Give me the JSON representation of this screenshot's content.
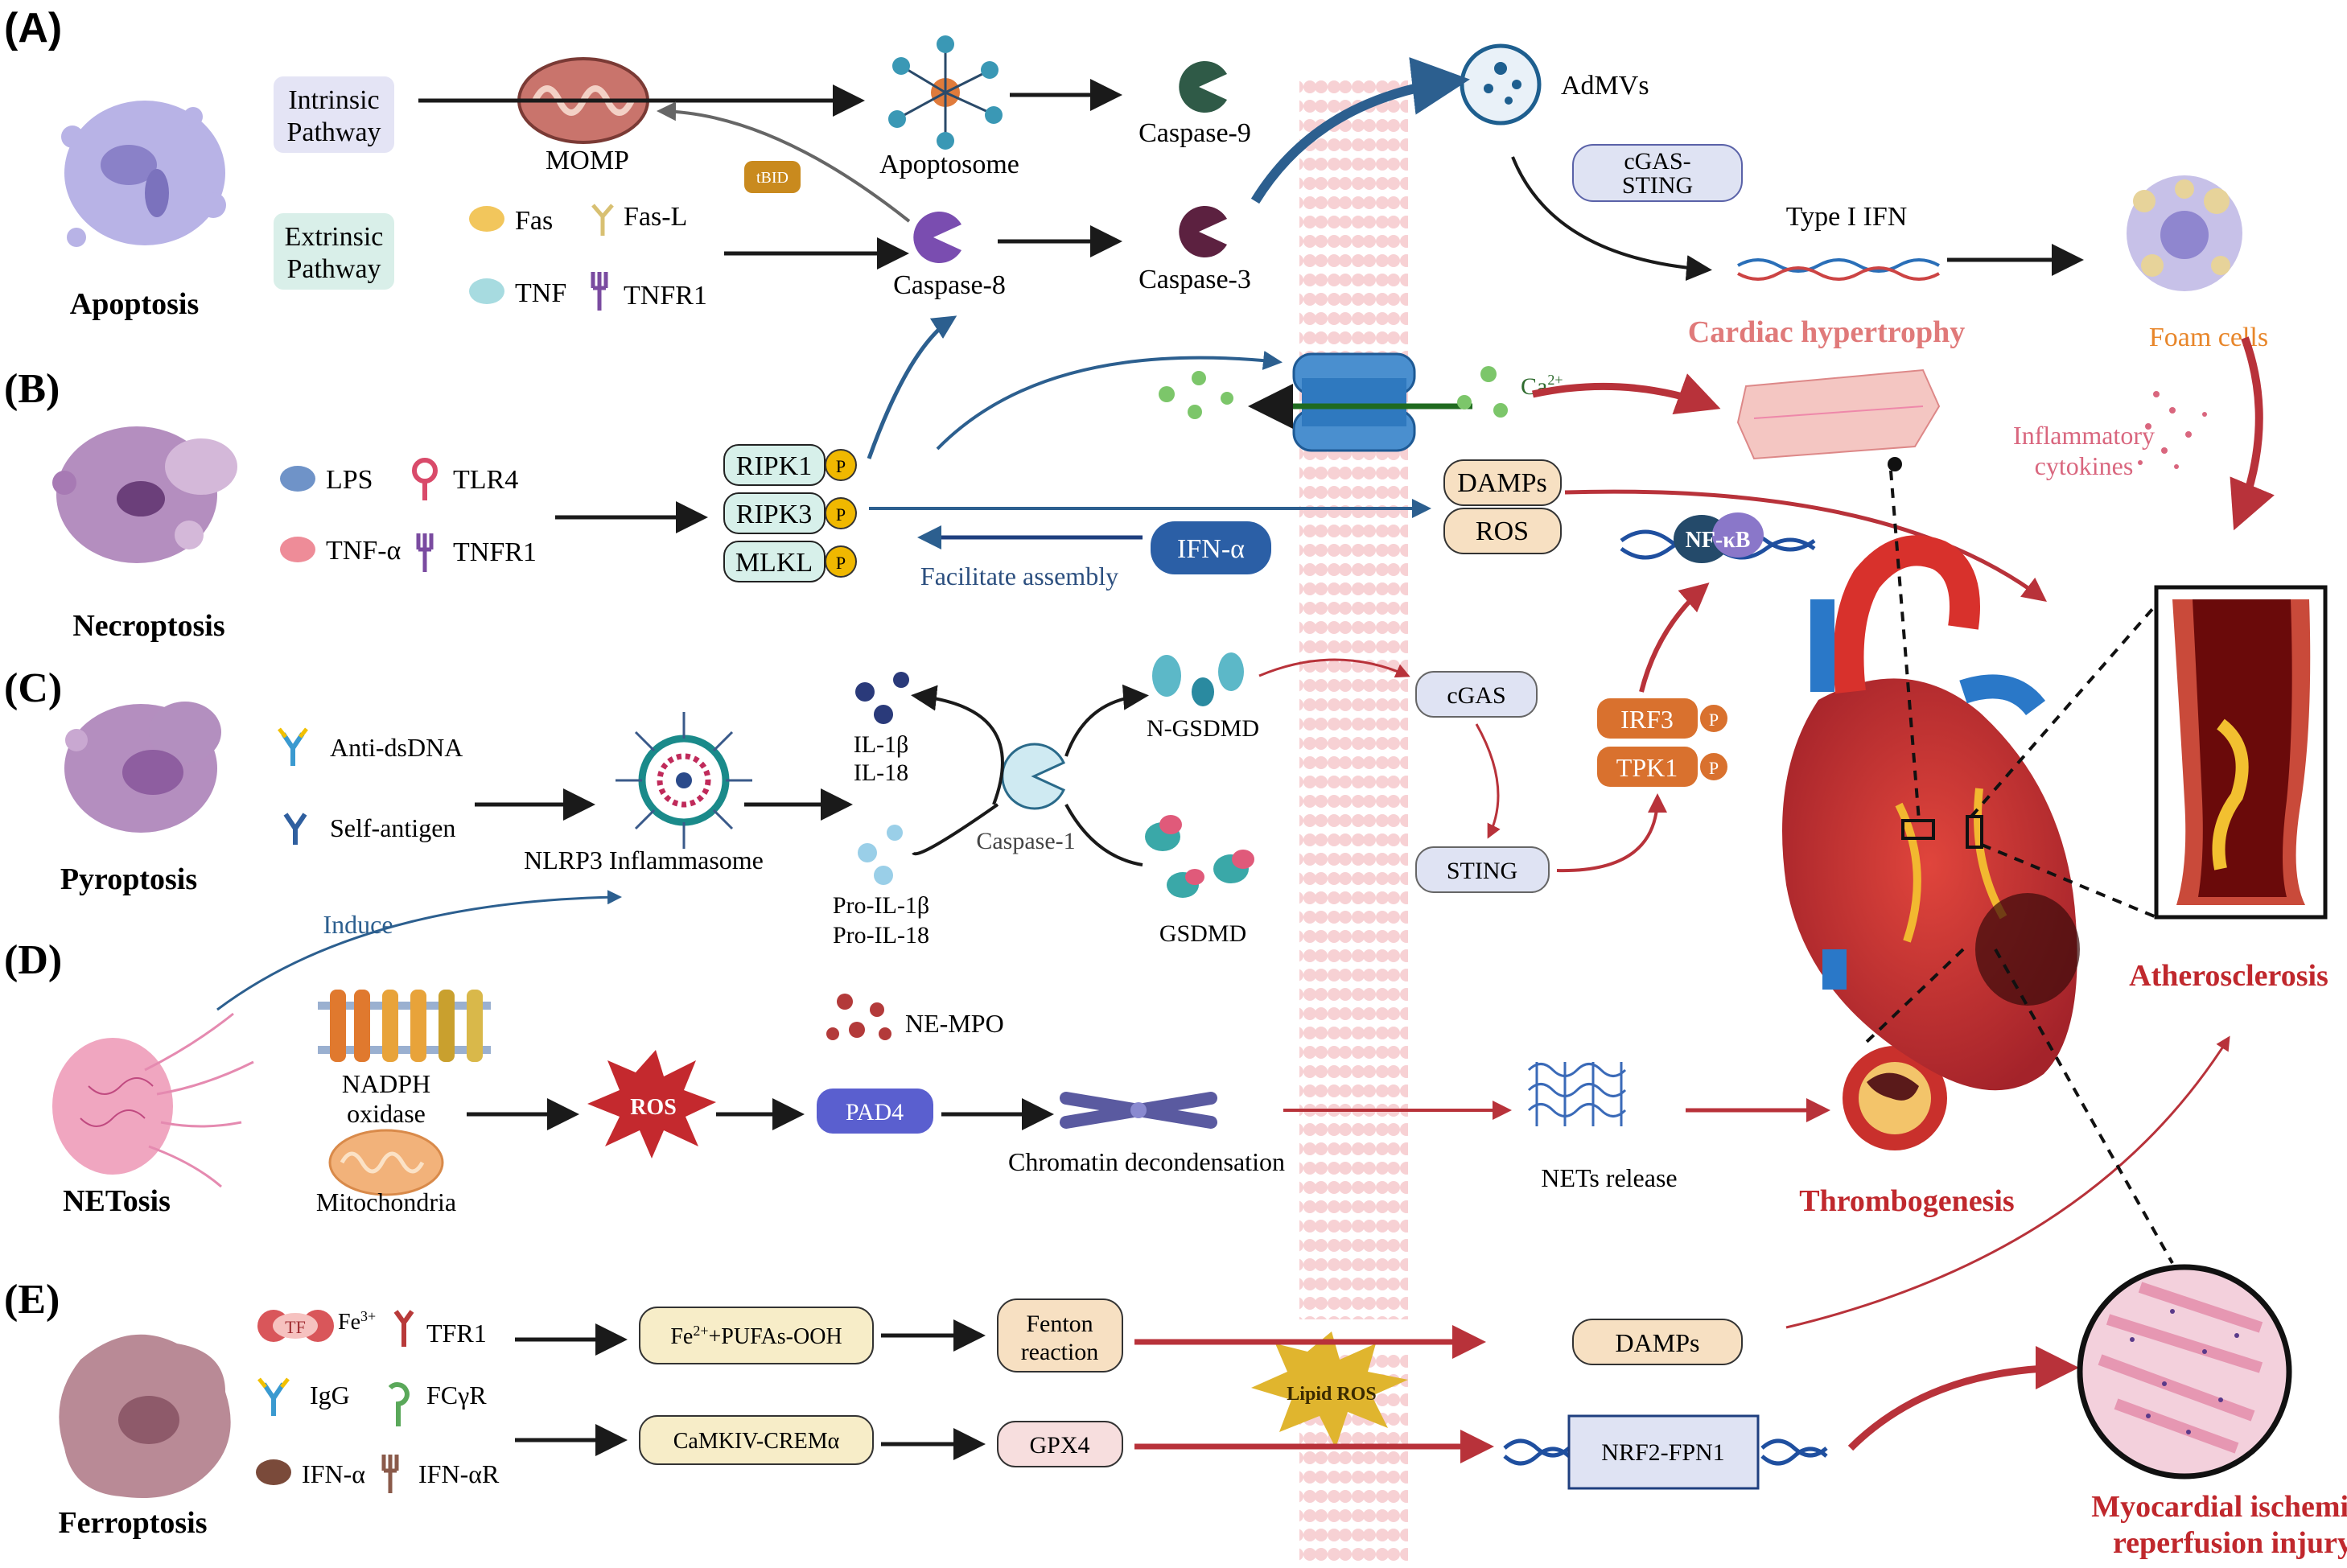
{
  "sections": {
    "A": {
      "letter": "(A)",
      "name": "Apoptosis"
    },
    "B": {
      "letter": "(B)",
      "name": "Necroptosis"
    },
    "C": {
      "letter": "(C)",
      "name": "Pyroptosis"
    },
    "D": {
      "letter": "(D)",
      "name": "NETosis"
    },
    "E": {
      "letter": "(E)",
      "name": "Ferroptosis"
    }
  },
  "apoptosis": {
    "intrinsic_line1": "Intrinsic",
    "intrinsic_line2": "Pathway",
    "extrinsic_line1": "Extrinsic",
    "extrinsic_line2": "Pathway",
    "momp": "MOMP",
    "apoptosome": "Apoptosome",
    "tbid": "tBID",
    "fas": "Fas",
    "fasl": "Fas-L",
    "tnf": "TNF",
    "tnfr1": "TNFR1",
    "casp9": "Caspase-9",
    "casp8": "Caspase-8",
    "casp3": "Caspase-3",
    "admvs": "AdMVs",
    "cgas_sting_1": "cGAS-",
    "cgas_sting_2": "STING",
    "type1_ifn": "Type I IFN",
    "foam": "Foam cells",
    "hypertrophy": "Cardiac hypertrophy",
    "infl_1": "Inflammatory",
    "infl_2": "cytokines"
  },
  "necroptosis": {
    "lps": "LPS",
    "tlr4": "TLR4",
    "tnfa": "TNF-α",
    "tnfr1": "TNFR1",
    "ripk1": "RIPK1",
    "ripk3": "RIPK3",
    "mlkl": "MLKL",
    "p": "P",
    "ifna": "IFN-α",
    "facilitate": "Facilitate assembly",
    "ca": "Ca",
    "ca_sup": "2+",
    "damps": "DAMPs",
    "ros": "ROS",
    "nfkb": "NF-κB"
  },
  "pyroptosis": {
    "anti_dsdna": "Anti-dsDNA",
    "self_antigen": "Self-antigen",
    "nlrp3": "NLRP3 Inflammasome",
    "il1b": "IL-1β",
    "il18": "IL-18",
    "pro_il1b": "Pro-IL-1β",
    "pro_il18": "Pro-IL-18",
    "casp1": "Caspase-1",
    "ngsdmd": "N-GSDMD",
    "gsdmd": "GSDMD",
    "cgas": "cGAS",
    "sting": "STING",
    "irf3": "IRF3",
    "tpk1": "TPK1",
    "induce": "Induce"
  },
  "netosis": {
    "nadph_1": "NADPH",
    "nadph_2": "oxidase",
    "mito": "Mitochondria",
    "ros": "ROS",
    "pad4": "PAD4",
    "nempo": "NE-MPO",
    "chromatin": "Chromatin decondensation",
    "nets": "NETs release",
    "thrombo": "Thrombogenesis",
    "athero": "Atherosclerosis"
  },
  "ferroptosis": {
    "tf": "TF",
    "fe": "Fe",
    "fe_sup": "3+",
    "tfr1": "TFR1",
    "igg": "IgG",
    "fcgr": "FCγR",
    "ifna": "IFN-α",
    "ifnar": "IFN-αR",
    "fe2": "Fe",
    "fe2_sup": "2+",
    "fe2_rest": "+PUFAs-OOH",
    "fenton_1": "Fenton",
    "fenton_2": "reaction",
    "camk": "CaMKIV-CREMα",
    "gpx4": "GPX4",
    "lipid_ros": "Lipid ROS",
    "damps": "DAMPs",
    "nrf2": "NRF2-FPN1",
    "mirl_1": "Myocardial ischemia-",
    "mirl_2": "reperfusion injury"
  },
  "colors": {
    "outcome_red": "#c0282d",
    "pink_outcome": "#e07a7a",
    "foam_orange": "#e8862a",
    "arrow_blue": "#2c5f8f",
    "arrow_red": "#b8323a"
  }
}
